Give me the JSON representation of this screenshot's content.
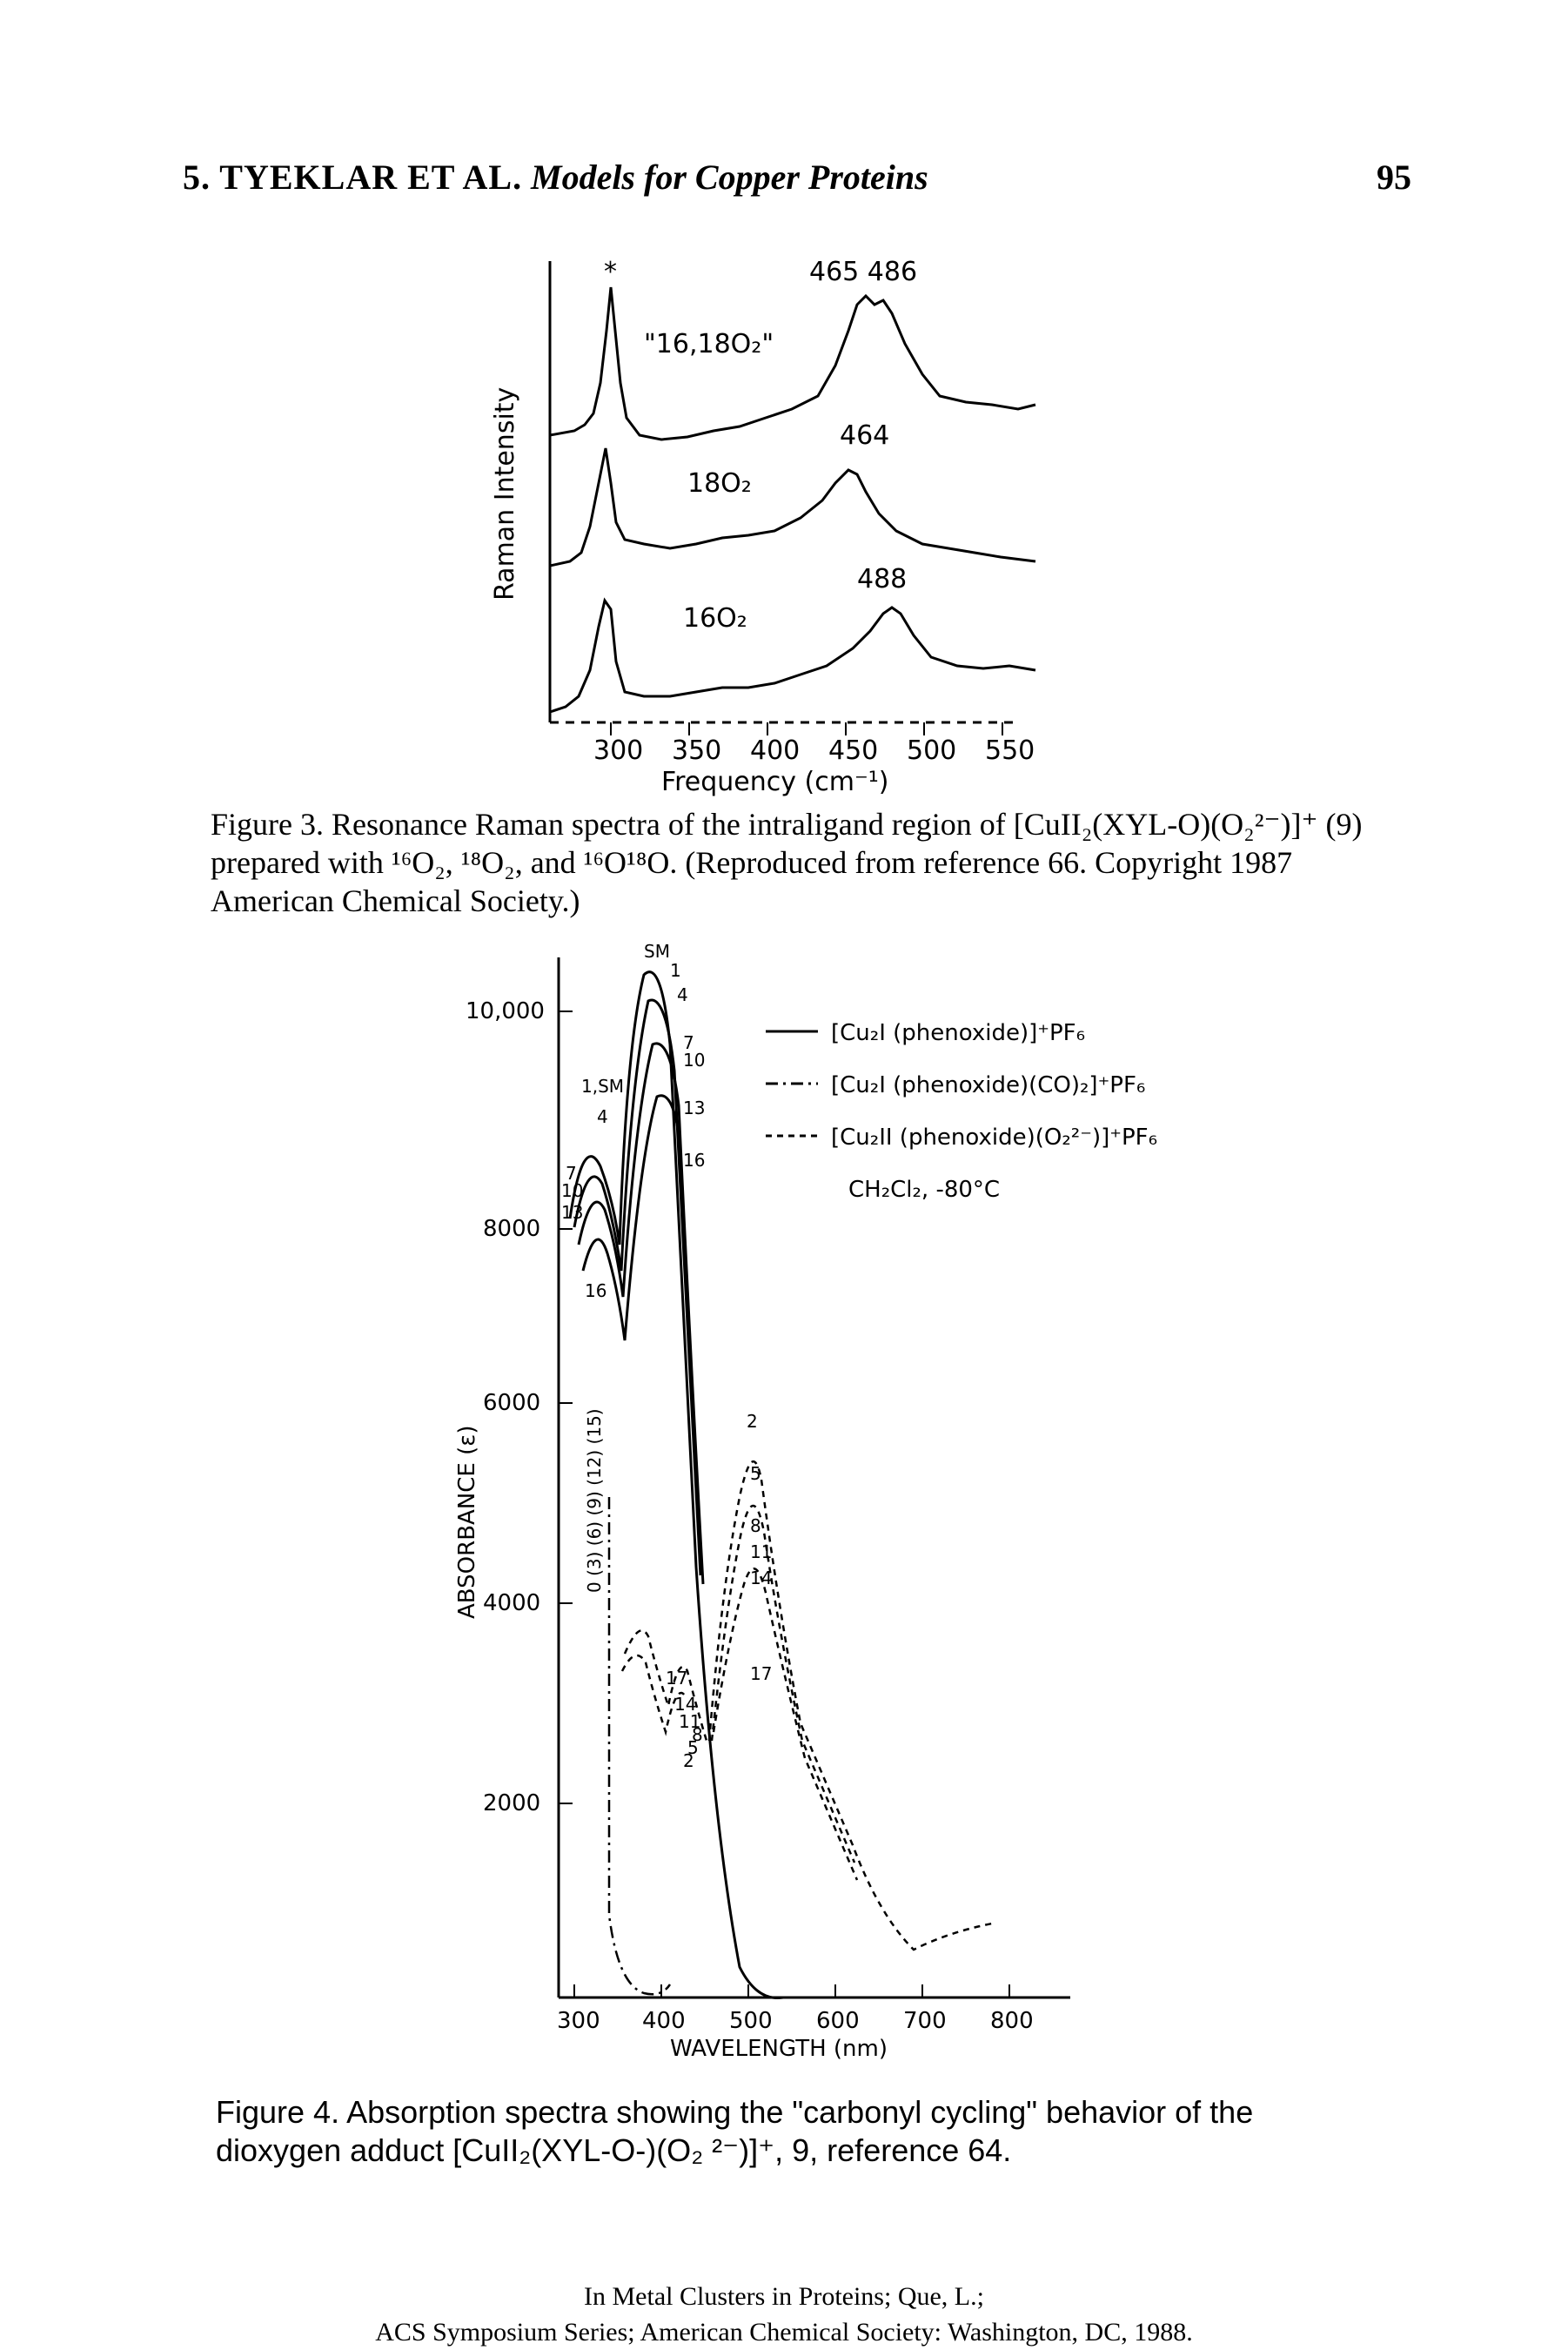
{
  "header": {
    "left": "5. TYEKLAR ET AL.",
    "title": "Models for Copper Proteins",
    "page": "95"
  },
  "figure3": {
    "ylabel": "Raman Intensity",
    "xlabel": "Frequency (cm⁻¹)",
    "star": "*",
    "labels": {
      "top_peaks": "465 486",
      "top_isotope": "\"16,18O₂\"",
      "mid_peak": "464",
      "mid_isotope": "18O₂",
      "bot_peak": "488",
      "bot_isotope": "16O₂"
    },
    "xticks": [
      "300",
      "350",
      "400",
      "450",
      "500",
      "550"
    ]
  },
  "caption3": "Figure 3. Resonance Raman spectra of the intraligand region of [CuII₂(XYL-O)(O₂²⁻)]⁺ (9) prepared with ¹⁶O₂, ¹⁸O₂, and ¹⁶O¹⁸O. (Reproduced from reference 66. Copyright 1987 American Chemical Society.)",
  "figure4": {
    "ylabel": "ABSORBANCE (ε)",
    "xlabel": "WAVELENGTH (nm)",
    "yticks": [
      "10,000",
      "8000",
      "6000",
      "4000",
      "2000"
    ],
    "xticks": [
      "300",
      "400",
      "500",
      "600",
      "700",
      "800"
    ],
    "legend": [
      "[Cu₂I (phenoxide)]⁺PF₆",
      "[Cu₂I (phenoxide)(CO)₂]⁺PF₆",
      "[Cu₂II (phenoxide)(O₂²⁻)]⁺PF₆"
    ],
    "conditions": "CH₂Cl₂, -80°C",
    "curve_labels": {
      "sm_top": "SM",
      "n1": "1",
      "n4": "4",
      "n7": "7",
      "n10": "10",
      "n13": "13",
      "n16": "16",
      "l_1sm": "1,SM",
      "l_4": "4",
      "l_7": "7",
      "l_10": "10",
      "l_13": "13",
      "l_16": "16",
      "c_2": "2",
      "c_5": "5",
      "c_8": "8",
      "c_11": "11",
      "c_14": "14",
      "c_17": "17",
      "co_17": "17",
      "co_14": "14",
      "co_11": "11",
      "co_8": "8",
      "co_5": "5",
      "co_2": "2",
      "ox_list": "0 (3) (6) (9) (12) (15)"
    }
  },
  "caption4": "Figure 4. Absorption spectra showing the \"carbonyl cycling\" behavior of the dioxygen adduct [CuII₂(XYL-O-)(O₂ ²⁻)]⁺, 9, reference 64.",
  "footer": {
    "line1": "In Metal Clusters in Proteins; Que, L.;",
    "line2": "ACS Symposium Series; American Chemical Society: Washington, DC, 1988."
  }
}
